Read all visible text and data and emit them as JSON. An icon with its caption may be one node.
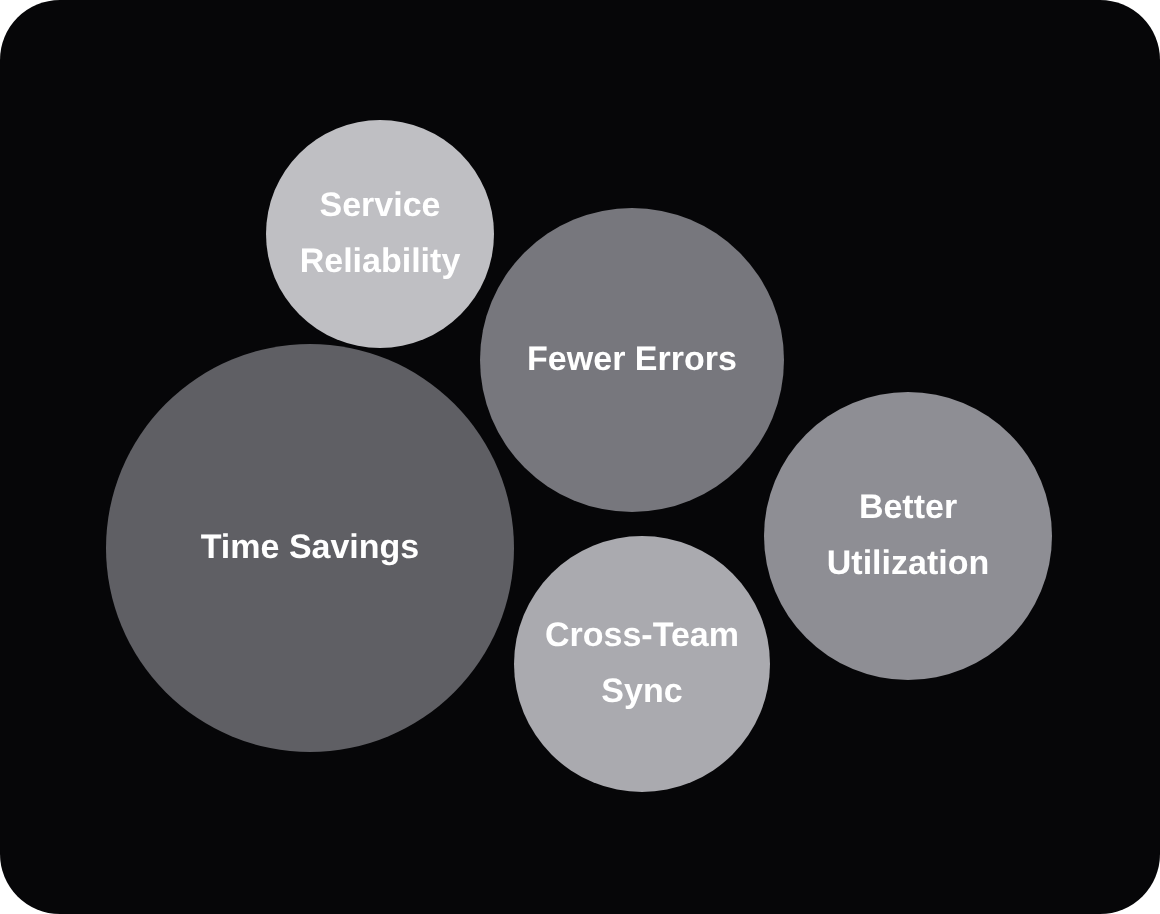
{
  "diagram": {
    "nodes": [
      {
        "text": [
          "Service Reliability"
        ]
      },
      {
        "text": [
          "Fewer Errors"
        ]
      },
      {
        "text": [
          "Time Savings"
        ]
      },
      {
        "text": [
          "Better Utilization"
        ]
      },
      {
        "text": [
          "Cross-Team Sync"
        ]
      }
    ],
    "edges": []
  }
}
